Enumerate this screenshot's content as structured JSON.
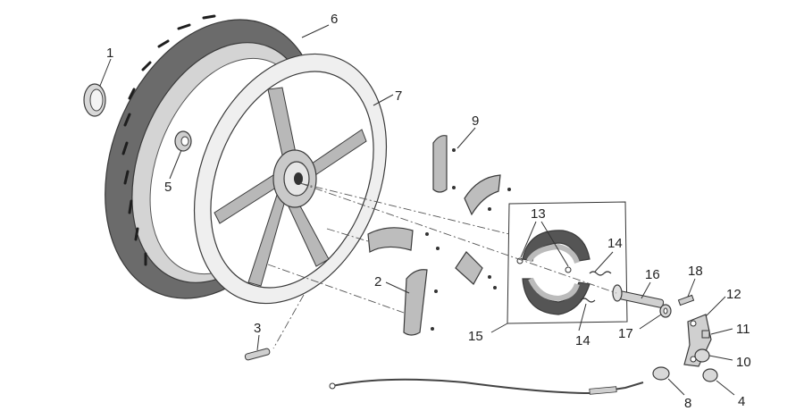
{
  "diagram": {
    "callouts": [
      "1",
      "2",
      "3",
      "4",
      "5",
      "6",
      "7",
      "8",
      "9",
      "10",
      "11",
      "12",
      "13",
      "14",
      "14",
      "15",
      "16",
      "17",
      "18"
    ]
  }
}
